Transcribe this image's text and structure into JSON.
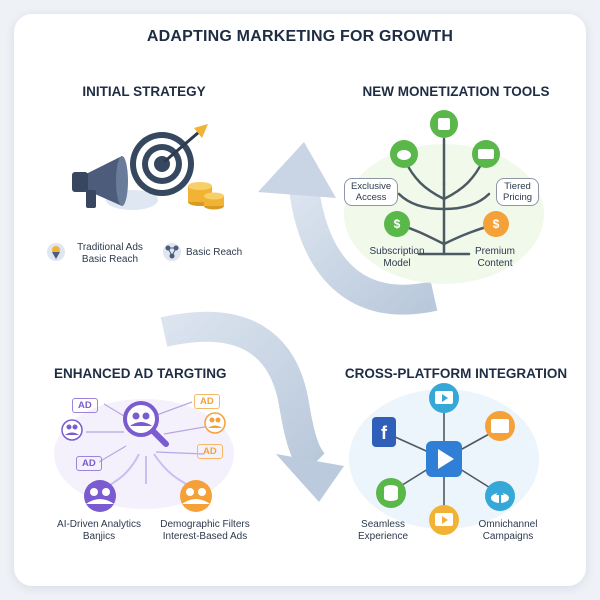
{
  "title": "ADAPTING MARKETING FOR GROWTH",
  "sections": {
    "initial": {
      "title": "INITIAL STRATEGY",
      "item1_line1": "Traditional Ads",
      "item1_line2": "Basic Reach",
      "item2": "Basic Reach"
    },
    "monetization": {
      "title": "NEW MONETIZATION TOOLS",
      "exclusive_line1": "Exclusive",
      "exclusive_line2": "Access",
      "tiered_line1": "Tiered",
      "tiered_line2": "Pricing",
      "subscription_line1": "Subscription",
      "subscription_line2": "Model",
      "premium_line1": "Premium",
      "premium_line2": "Content"
    },
    "targeting": {
      "title": "ENHANCED AD TARGTING",
      "ad_tag": "AD",
      "left_line1": "AI-Driven Analytics",
      "left_line2": "Baηjics",
      "right_line1": "Demographic Filters",
      "right_line2": "Interest-Based Ads"
    },
    "crossplatform": {
      "title": "CROSS-PLATFORM INTEGRATION",
      "left_line1": "Seamless",
      "left_line2": "Experience",
      "right_line1": "Omnichannel",
      "right_line2": "Campaigns"
    }
  },
  "colors": {
    "heading": "#1f2d44",
    "arrow": "#c7d3e3",
    "tree": "#4c5a63",
    "green": "#5ab74a",
    "orange": "#f4a13a",
    "purple": "#7a5bd0",
    "blue": "#2f7fd6",
    "teal": "#36a8d8",
    "gold": "#f2b233"
  },
  "icons": [
    "megaphone-icon",
    "target-icon",
    "coins-icon",
    "piggy-bank-icon",
    "dollar-coin-icon",
    "magnifier-users-icon",
    "facebook-icon",
    "play-icon",
    "cloud-upload-icon",
    "database-icon"
  ]
}
